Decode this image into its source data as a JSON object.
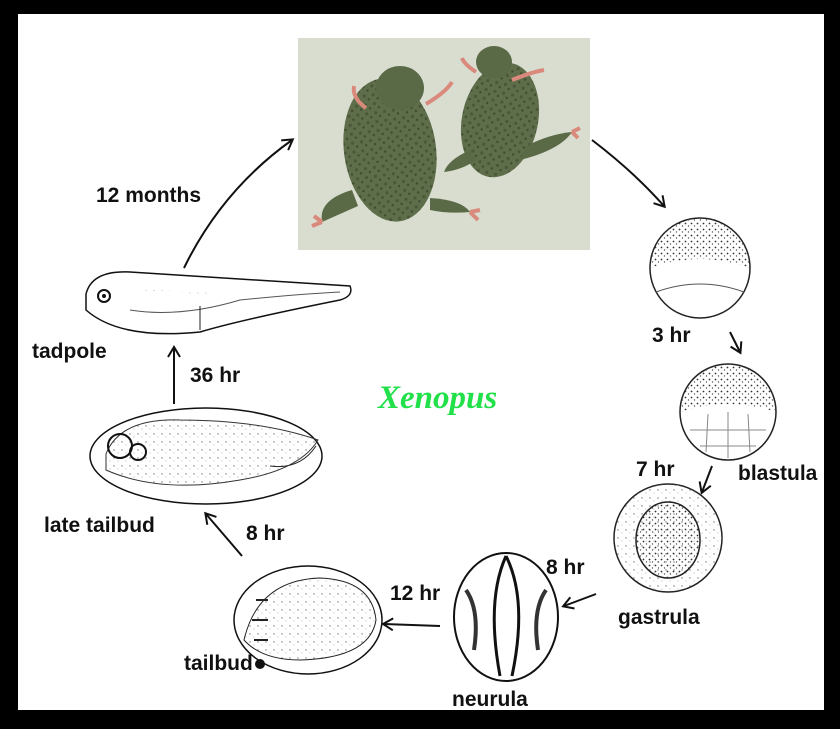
{
  "title": "Xenopus",
  "stages": {
    "adult": "",
    "blastula": "blastula",
    "gastrula": "gastrula",
    "neurula": "neurula",
    "tailbud": "tailbud",
    "late_tailbud": "late tailbud",
    "tadpole": "tadpole"
  },
  "durations": {
    "to_3hr": "3 hr",
    "to_7hr": "7 hr",
    "gastrula_to_neurula": "8 hr",
    "neurula_to_tailbud": "12 hr",
    "tailbud_to_late": "8 hr",
    "late_to_tadpole": "36 hr",
    "tadpole_to_adult": "12 months"
  },
  "colors": {
    "title": "#22e04a",
    "frog_bg": "#d9ddd0",
    "frog_body": "#5a6a47",
    "frog_feet": "#d98a7c"
  }
}
